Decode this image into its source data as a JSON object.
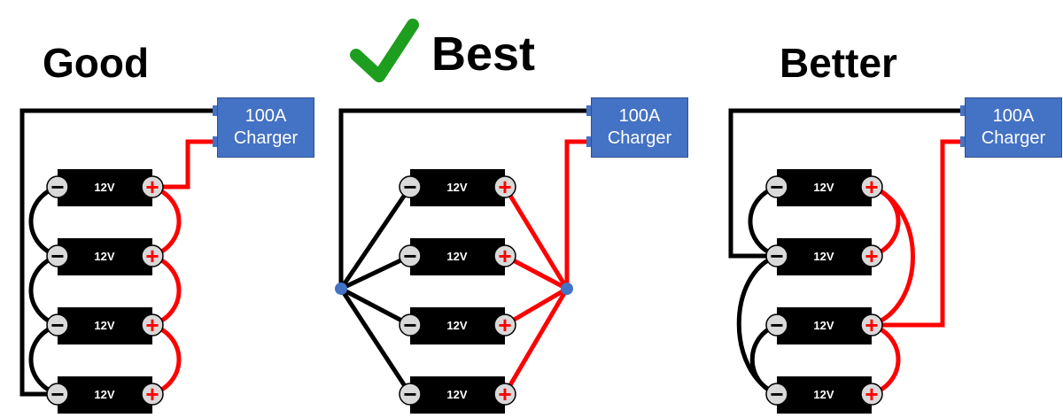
{
  "panels": [
    {
      "title": "Good",
      "charger": {
        "line1": "100A",
        "line2": "Charger"
      },
      "batteries": [
        "12V",
        "12V",
        "12V",
        "12V"
      ]
    },
    {
      "title": "Best",
      "charger": {
        "line1": "100A",
        "line2": "Charger"
      },
      "batteries": [
        "12V",
        "12V",
        "12V",
        "12V"
      ]
    },
    {
      "title": "Better",
      "charger": {
        "line1": "100A",
        "line2": "Charger"
      },
      "batteries": [
        "12V",
        "12V",
        "12V",
        "12V"
      ]
    }
  ],
  "symbols": {
    "negative": "−",
    "positive": "+"
  },
  "colors": {
    "battery": "#000000",
    "terminal": "#d9d9d9",
    "positive_wire": "#ff0000",
    "negative_wire": "#000000",
    "charger": "#4472c4",
    "junction": "#4472c4",
    "checkmark": "#1e9e1e"
  },
  "icons": {
    "best_marker": "checkmark-icon"
  }
}
